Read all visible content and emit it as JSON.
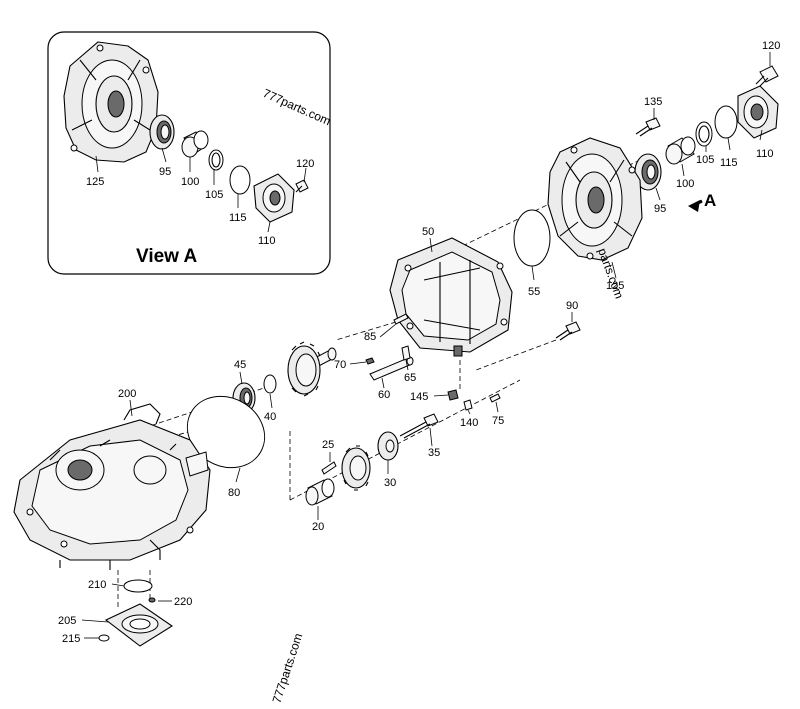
{
  "view_a": {
    "title": "View A"
  },
  "direction": {
    "letter": "A"
  },
  "watermarks": [
    "777parts.com",
    "parts.com",
    "777parts.com"
  ],
  "labels": {
    "inset_125": "125",
    "inset_95": "95",
    "inset_100": "100",
    "inset_105": "105",
    "inset_115": "115",
    "inset_120": "120",
    "inset_110": "110",
    "p120": "120",
    "p135": "135",
    "p110": "110",
    "p115": "115",
    "p105": "105",
    "p100": "100",
    "p95": "95",
    "p125": "125",
    "p50": "50",
    "p55": "55",
    "p90": "90",
    "p85": "85",
    "p70": "70",
    "p65": "65",
    "p60": "60",
    "p45": "45",
    "p40": "40",
    "p145": "145",
    "p140": "140",
    "p75": "75",
    "p35": "35",
    "p25": "25",
    "p30": "30",
    "p20": "20",
    "p80": "80",
    "p200": "200",
    "p210": "210",
    "p220": "220",
    "p205": "205",
    "p215": "215"
  }
}
